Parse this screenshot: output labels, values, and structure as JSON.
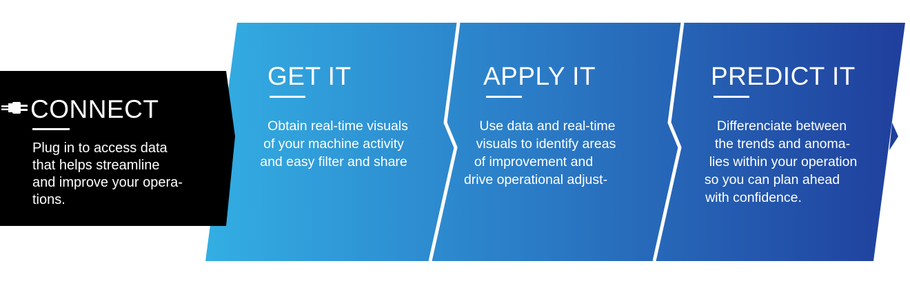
{
  "steps": [
    {
      "title": "CONNECT",
      "lines": [
        "Plug in to access data",
        "that helps streamline",
        "and improve your opera-",
        "tions."
      ],
      "icon": "plug-icon",
      "color": "#000000"
    },
    {
      "title": "GET IT",
      "lines": [
        "Obtain real-time visuals",
        "of your machine activity",
        "and easy filter and share"
      ]
    },
    {
      "title": "APPLY IT",
      "lines": [
        "Use data and real-time",
        "visuals to identify areas",
        "of improvement and",
        "drive operational adjust-"
      ]
    },
    {
      "title": "PREDICT IT",
      "lines": [
        "Differenciate between",
        "the trends and anoma-",
        "lies within your operation",
        "so you can plan ahead",
        "with confidence."
      ]
    }
  ],
  "colors": {
    "gradient_start": "#33aee3",
    "gradient_mid": "#2a78c4",
    "gradient_end": "#1f3f9c",
    "divider": "#ffffff"
  }
}
